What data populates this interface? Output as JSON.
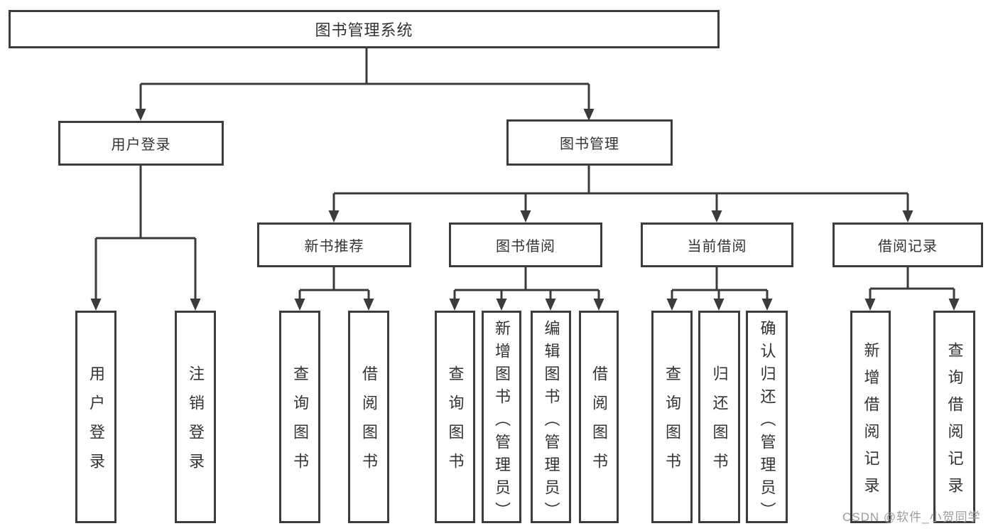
{
  "tree": {
    "label": "图书管理系统",
    "children": [
      {
        "label": "用户登录",
        "children": [
          {
            "label": "用户登录"
          },
          {
            "label": "注销登录"
          }
        ]
      },
      {
        "label": "图书管理",
        "children": [
          {
            "label": "新书推荐",
            "children": [
              {
                "label": "查询图书"
              },
              {
                "label": "借阅图书"
              }
            ]
          },
          {
            "label": "图书借阅",
            "children": [
              {
                "label": "查询图书"
              },
              {
                "label": "新增图书（管理员）"
              },
              {
                "label": "编辑图书（管理员）"
              },
              {
                "label": "借阅图书"
              }
            ]
          },
          {
            "label": "当前借阅",
            "children": [
              {
                "label": "查询图书"
              },
              {
                "label": "归还图书"
              },
              {
                "label": "确认归还（管理员）"
              }
            ]
          },
          {
            "label": "借阅记录",
            "children": [
              {
                "label": "新增借阅记录"
              },
              {
                "label": "查询借阅记录"
              }
            ]
          }
        ]
      }
    ]
  },
  "watermark": "CSDN @软件_小贺同学",
  "colors": {
    "line": "#3b3b3b",
    "border": "#3c3c3c",
    "text": "#333333",
    "background": "#ffffff",
    "watermark": "#9c9c9c"
  }
}
